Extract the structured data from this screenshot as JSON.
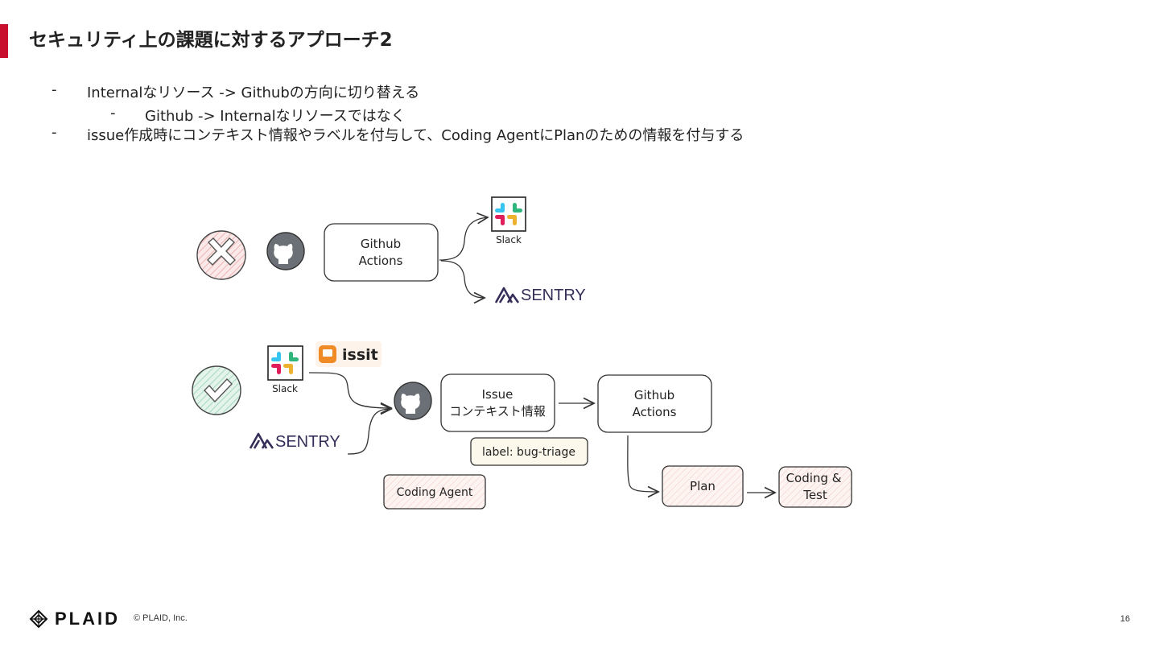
{
  "slide": {
    "title": "セキュリティ上の課題に対するアプローチ2",
    "page_number": "16",
    "accent_color": "#c8102e"
  },
  "bullets": [
    {
      "marker": "-",
      "text": "Internalなリソース -> Githubの方向に切り替える"
    },
    {
      "marker": "-",
      "text": "Github -> Internalなリソースではなく"
    },
    {
      "marker": "-",
      "text": "issue作成時にコンテキスト情報やラベルを付与して、Coding AgentにPlanのための情報を付与する"
    }
  ],
  "diagram_top": {
    "status_icon": "cross-icon",
    "github_icon": "github-icon",
    "actions_box": {
      "line1": "Github",
      "line2": "Actions"
    },
    "slack_label": "Slack",
    "sentry_label": "SENTRY"
  },
  "diagram_bottom": {
    "status_icon": "check-icon",
    "slack_label": "Slack",
    "issit_label": "issit",
    "sentry_label": "SENTRY",
    "github_icon": "github-icon",
    "issue_box": {
      "line1": "Issue",
      "line2": "コンテキスト情報"
    },
    "actions_box": {
      "line1": "Github",
      "line2": "Actions"
    },
    "label_tag": "label: bug-triage",
    "coding_agent": "Coding Agent",
    "plan": "Plan",
    "coding_test": {
      "line1": "Coding &",
      "line2": "Test"
    }
  },
  "footer": {
    "brand": "PLAID",
    "copyright": "© PLAID, Inc."
  }
}
